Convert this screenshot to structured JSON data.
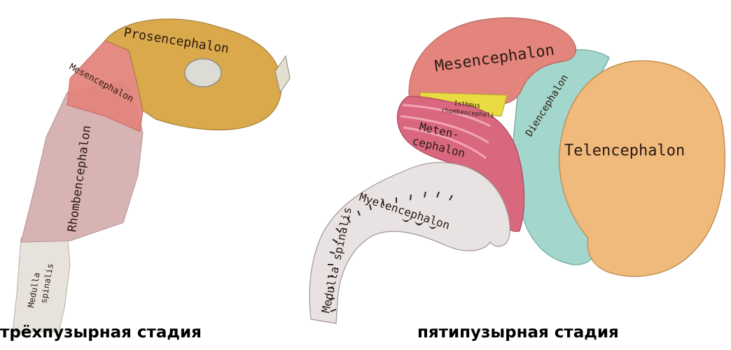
{
  "panels": {
    "three_vesicle": {
      "caption": "трёхпузырная стадия",
      "labels": {
        "prosencephalon": "Prosencephalon",
        "mesencephalon": "Mesencephalon",
        "rhombencephalon": "Rhombencephalon",
        "medulla": "Medulla",
        "spinalis": "spinalis"
      }
    },
    "five_vesicle": {
      "caption": "пятипузырная стадия",
      "labels": {
        "mesencephalon": "Mesencephalon",
        "isthmus": "Isthmus",
        "isthmus_sub": "rhombencephali",
        "diencephalon": "Diencephalon",
        "metencephalon_1": "Metеn-",
        "metencephalon_2": "cephalon",
        "telencephalon": "Telencephalon",
        "myelencephalon": "Myelencephalon",
        "medulla_spinalis": "Medulla spinalis"
      }
    }
  },
  "colors": {
    "prosencephalon": "#d9a94c",
    "mesencephalon": "#e3857d",
    "rhombencephalon": "#d8b3b3",
    "medulla": "#e7e3dc",
    "isthmus": "#e9dc43",
    "diencephalon": "#a3d6cc",
    "metencephalon": "#d9687f",
    "telencephalon": "#f0ba7d",
    "myelencephalon": "#e9e2e3"
  }
}
